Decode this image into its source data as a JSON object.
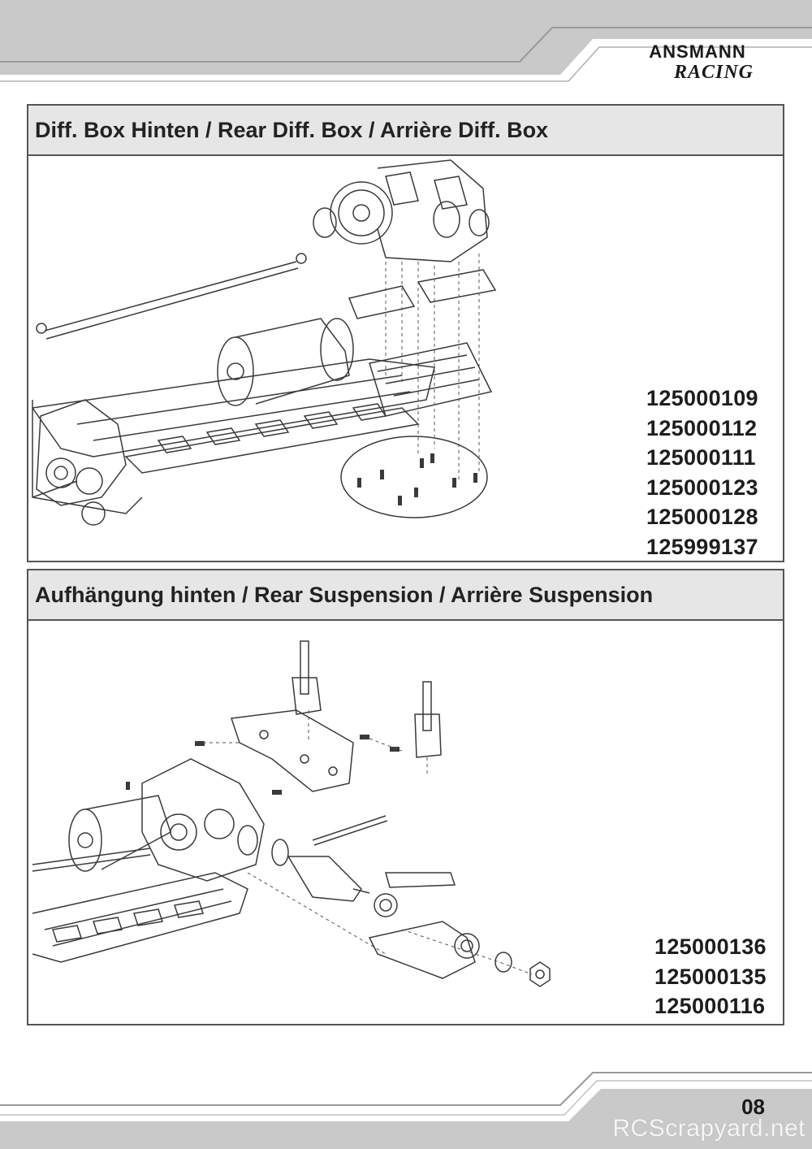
{
  "header": {
    "brand_line1": "ANSMANN",
    "brand_line2": "RACING"
  },
  "sections": [
    {
      "title": "Diff. Box Hinten / Rear Diff. Box / Arrière Diff. Box",
      "part_numbers": [
        "125000109",
        "125000112",
        "125000111",
        "125000123",
        "125000128",
        "125999137"
      ]
    },
    {
      "title": "Aufhängung hinten / Rear Suspension / Arrière Suspension",
      "part_numbers": [
        "125000136",
        "125000135",
        "125000116"
      ]
    }
  ],
  "footer": {
    "page_number": "08",
    "watermark": "RCScrapyard.net"
  },
  "colors": {
    "band_gray": "#c9c9c9",
    "header_gray": "#e6e6e6",
    "border": "#555555",
    "line_art": "#3a3a3a"
  }
}
